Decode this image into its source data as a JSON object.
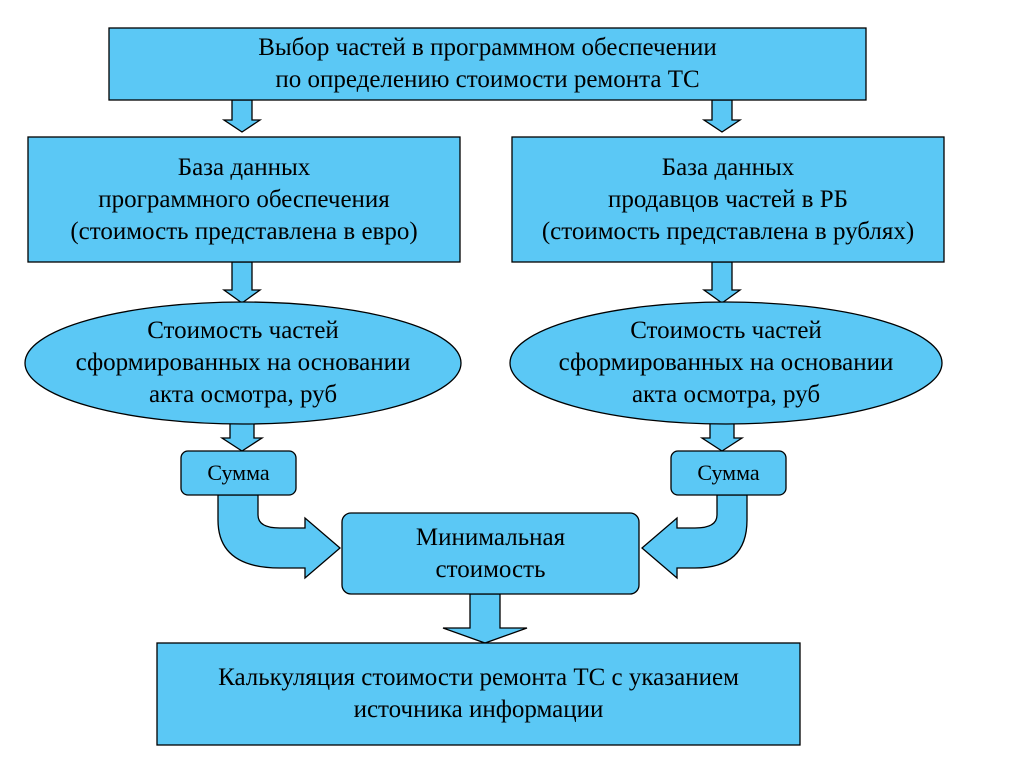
{
  "colors": {
    "fill": "#5bc8f5",
    "stroke": "#000000",
    "text": "#000000"
  },
  "nodes": {
    "top": {
      "lines": [
        "Выбор частей в программном обеспечении",
        "по определению стоимости ремонта ТС"
      ]
    },
    "db_left": {
      "lines": [
        "База данных",
        "программного обеспечения",
        "(стоимость представлена в евро)"
      ]
    },
    "db_right": {
      "lines": [
        "База данных",
        "продавцов частей в РБ",
        "(стоимость представлена в рублях)"
      ]
    },
    "cost_left": {
      "lines": [
        "Стоимость частей",
        "сформированных на основании",
        "акта осмотра, руб"
      ]
    },
    "cost_right": {
      "lines": [
        "Стоимость частей",
        "сформированных на основании",
        "акта осмотра, руб"
      ]
    },
    "sum_left": {
      "lines": [
        "Сумма"
      ]
    },
    "sum_right": {
      "lines": [
        "Сумма"
      ]
    },
    "min": {
      "lines": [
        "Минимальная",
        "стоимость"
      ]
    },
    "calc": {
      "lines": [
        "Калькуляция стоимости ремонта ТС с указанием",
        "источника информации"
      ]
    }
  }
}
